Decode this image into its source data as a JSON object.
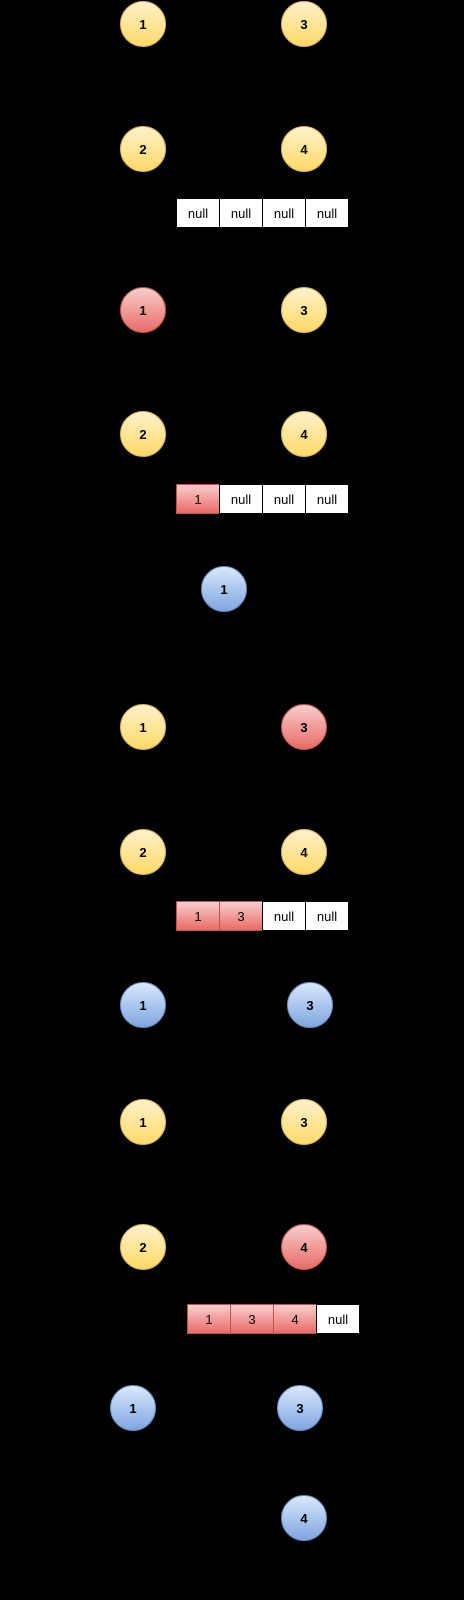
{
  "colors": {
    "background": "#000000",
    "unvisited": "#ffd966",
    "current": "#ea6b66",
    "result": "#7ea6e0",
    "empty_cell": "#ffffff"
  },
  "steps": [
    {
      "graph": [
        {
          "label": "1",
          "state": "unvisited"
        },
        {
          "label": "3",
          "state": "unvisited"
        },
        {
          "label": "2",
          "state": "unvisited"
        },
        {
          "label": "4",
          "state": "unvisited"
        }
      ],
      "array": [
        {
          "text": "null",
          "filled": false
        },
        {
          "text": "null",
          "filled": false
        },
        {
          "text": "null",
          "filled": false
        },
        {
          "text": "null",
          "filled": false
        }
      ],
      "result": []
    },
    {
      "graph": [
        {
          "label": "1",
          "state": "current"
        },
        {
          "label": "3",
          "state": "unvisited"
        },
        {
          "label": "2",
          "state": "unvisited"
        },
        {
          "label": "4",
          "state": "unvisited"
        }
      ],
      "array": [
        {
          "text": "1",
          "filled": true
        },
        {
          "text": "null",
          "filled": false
        },
        {
          "text": "null",
          "filled": false
        },
        {
          "text": "null",
          "filled": false
        }
      ],
      "result": [
        {
          "label": "1"
        }
      ]
    },
    {
      "graph": [
        {
          "label": "1",
          "state": "unvisited"
        },
        {
          "label": "3",
          "state": "current"
        },
        {
          "label": "2",
          "state": "unvisited"
        },
        {
          "label": "4",
          "state": "unvisited"
        }
      ],
      "array": [
        {
          "text": "1",
          "filled": true
        },
        {
          "text": "3",
          "filled": true
        },
        {
          "text": "null",
          "filled": false
        },
        {
          "text": "null",
          "filled": false
        }
      ],
      "result": [
        {
          "label": "1"
        },
        {
          "label": "3"
        }
      ]
    },
    {
      "graph": [
        {
          "label": "1",
          "state": "unvisited"
        },
        {
          "label": "3",
          "state": "unvisited"
        },
        {
          "label": "2",
          "state": "unvisited"
        },
        {
          "label": "4",
          "state": "current"
        }
      ],
      "array": [
        {
          "text": "1",
          "filled": true
        },
        {
          "text": "3",
          "filled": true
        },
        {
          "text": "4",
          "filled": true
        },
        {
          "text": "null",
          "filled": false
        }
      ],
      "result": [
        {
          "label": "1"
        },
        {
          "label": "3"
        },
        {
          "label": "4"
        }
      ]
    }
  ]
}
